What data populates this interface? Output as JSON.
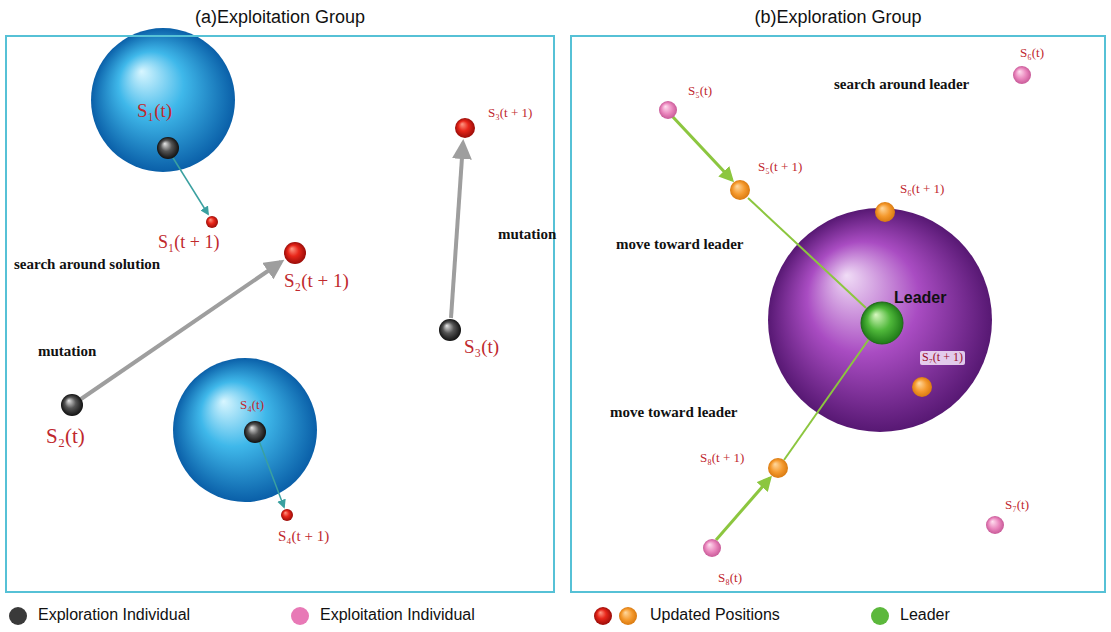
{
  "diagram": {
    "nodes": [
      {
        "text": [
          "(a)Exploitation Group"
        ]
      },
      {
        "text": [
          "(b)Exploration Group"
        ]
      },
      {
        "text": [
          "Leader"
        ],
        "in": 1
      }
    ],
    "labels": [
      "S₁(t)",
      "S₃(t + 1)",
      "mutation",
      "S₁(t + 1)",
      "search around solution",
      "S₂(t + 1)",
      "mutation",
      "S₃(t)",
      "S₄(t)",
      "S₂(t)",
      "S₄(t + 1)",
      "S₆(t)",
      "S₅(t)",
      "search around leader",
      "S₅(t + 1)",
      "S₆(t + 1)",
      "move toward leader",
      "S₇(t + 1)",
      "move toward leader",
      "S₈(t + 1)",
      "S₇(t)",
      "S₈(t)"
    ],
    "legend": [
      {
        "text": "Exploration Individual",
        "color": "#3a3a3a"
      },
      {
        "text": "Exploitation Individual",
        "color": "#e879b6"
      },
      {
        "text": "Updated Positions"
      },
      {
        "text": "Leader",
        "color": "#5cb83c"
      }
    ]
  }
}
